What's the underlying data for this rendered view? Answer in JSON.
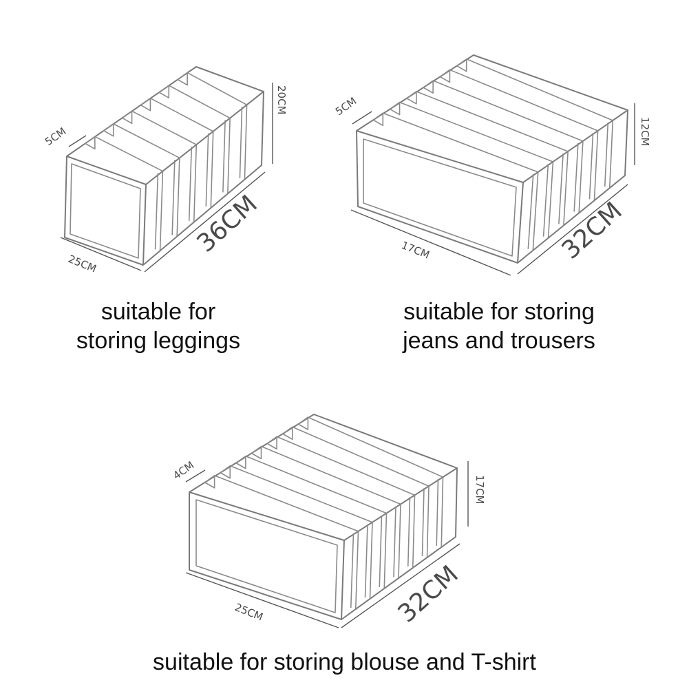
{
  "organizers": [
    {
      "id": "leggings",
      "depth_label": "36CM",
      "width_label": "25CM",
      "height_label": "20CM",
      "slot_label": "5CM",
      "caption_lines": [
        "suitable for",
        "storing leggings"
      ]
    },
    {
      "id": "jeans",
      "depth_label": "32CM",
      "width_label": "17CM",
      "height_label": "12CM",
      "slot_label": "5CM",
      "caption_lines": [
        "suitable for storing",
        "jeans and trousers"
      ]
    },
    {
      "id": "blouse",
      "depth_label": "32CM",
      "width_label": "25CM",
      "height_label": "17CM",
      "slot_label": "4CM",
      "caption_lines": [
        "suitable for storing blouse and T-shirt"
      ]
    }
  ],
  "colors": {
    "outline": "#7a7a7a",
    "text": "#111111",
    "dimension_text": "#4a4a4a",
    "background": "#ffffff"
  }
}
